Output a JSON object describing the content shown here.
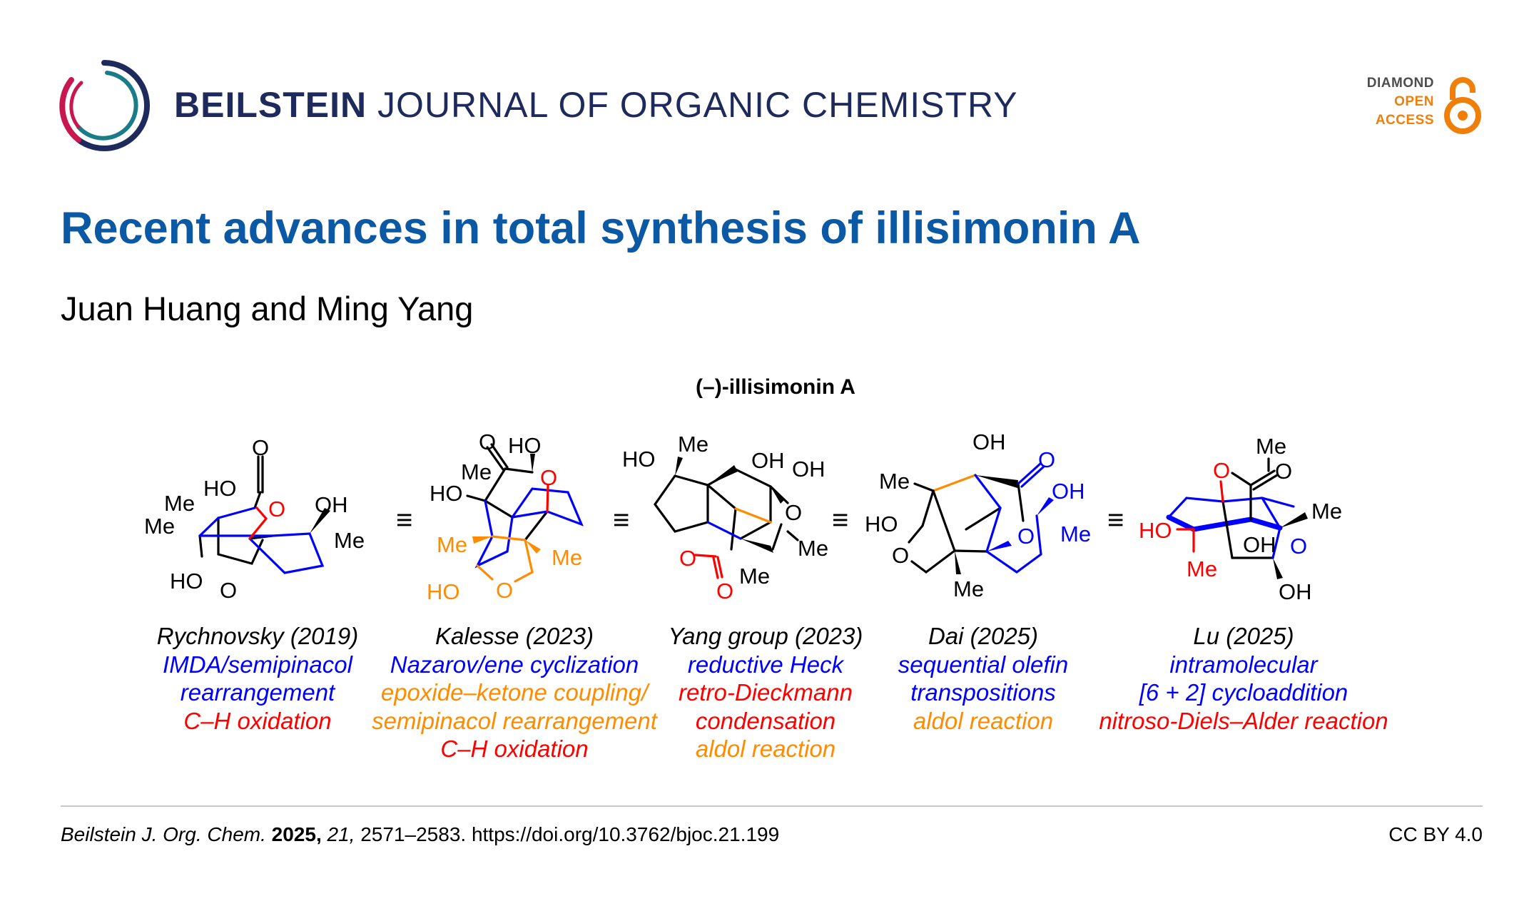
{
  "header": {
    "journal_bold": "BEILSTEIN",
    "journal_rest": "JOURNAL OF ORGANIC CHEMISTRY",
    "badge": [
      "DIAMOND",
      "OPEN",
      "ACCESS"
    ]
  },
  "article": {
    "title": "Recent advances in total synthesis of illisimonin A",
    "authors": "Juan Huang and Ming Yang"
  },
  "figure": {
    "title": "(–)-illisimonin A",
    "equiv_symbol": "≡",
    "structures": [
      {
        "labels": [
          "O",
          "HO",
          "O",
          "OH",
          "Me",
          "Me",
          "Me",
          "HO",
          "O"
        ]
      },
      {
        "labels": [
          "O",
          "HO",
          "Me",
          "HO",
          "O",
          "Me",
          "Me",
          "HO",
          "O"
        ]
      },
      {
        "labels": [
          "Me",
          "HO",
          "OH",
          "OH",
          "O",
          "Me",
          "O",
          "Me",
          "O"
        ]
      },
      {
        "labels": [
          "OH",
          "O",
          "Me",
          "OH",
          "HO",
          "Me",
          "O",
          "O",
          "Me"
        ]
      },
      {
        "labels": [
          "Me",
          "O",
          "O",
          "Me",
          "HO",
          "OH",
          "O",
          "Me",
          "OH"
        ]
      }
    ],
    "columns": [
      {
        "name": "Rychnovsky (2019)",
        "lines": [
          {
            "text": "IMDA/semipinacol",
            "color": "#0000ff"
          },
          {
            "text": "rearrangement",
            "color": "#0000ff"
          },
          {
            "text": "C–H oxidation",
            "color": "#ff0000"
          }
        ]
      },
      {
        "name": "Kalesse (2023)",
        "lines": [
          {
            "text": "Nazarov/ene cyclization",
            "color": "#0000ff"
          },
          {
            "text": "epoxide–ketone coupling/",
            "color": "#ff8c00"
          },
          {
            "text": "semipinacol rearrangement",
            "color": "#ff8c00"
          },
          {
            "text": "C–H oxidation",
            "color": "#ff0000"
          }
        ]
      },
      {
        "name": "Yang group (2023)",
        "lines": [
          {
            "text": "reductive Heck",
            "color": "#0000ff"
          },
          {
            "text": "retro-Dieckmann",
            "color": "#ff0000"
          },
          {
            "text": "condensation",
            "color": "#ff0000"
          },
          {
            "text": "aldol reaction",
            "color": "#ff8c00"
          }
        ]
      },
      {
        "name": "Dai (2025)",
        "lines": [
          {
            "text": "sequential olefin",
            "color": "#0000ff"
          },
          {
            "text": "transpositions",
            "color": "#0000ff"
          },
          {
            "text": "aldol reaction",
            "color": "#ff8c00"
          }
        ]
      },
      {
        "name": "Lu (2025)",
        "lines": [
          {
            "text": "intramolecular",
            "color": "#0000ff"
          },
          {
            "text": "[6 + 2] cycloaddition",
            "color": "#0000ff"
          },
          {
            "text": "nitroso-Diels–Alder reaction",
            "color": "#ff0000"
          }
        ]
      }
    ]
  },
  "footer": {
    "journal_abbrev": "Beilstein J. Org. Chem.",
    "year": "2025,",
    "volume": "21,",
    "pages_doi": "2571–2583. https://doi.org/10.3762/bjoc.21.199",
    "license": "CC BY 4.0"
  },
  "colors": {
    "title": "#0b58a5",
    "journal": "#1f2a5c",
    "badge_orange": "#f07f09",
    "badge_gray": "#4d4d4d"
  }
}
